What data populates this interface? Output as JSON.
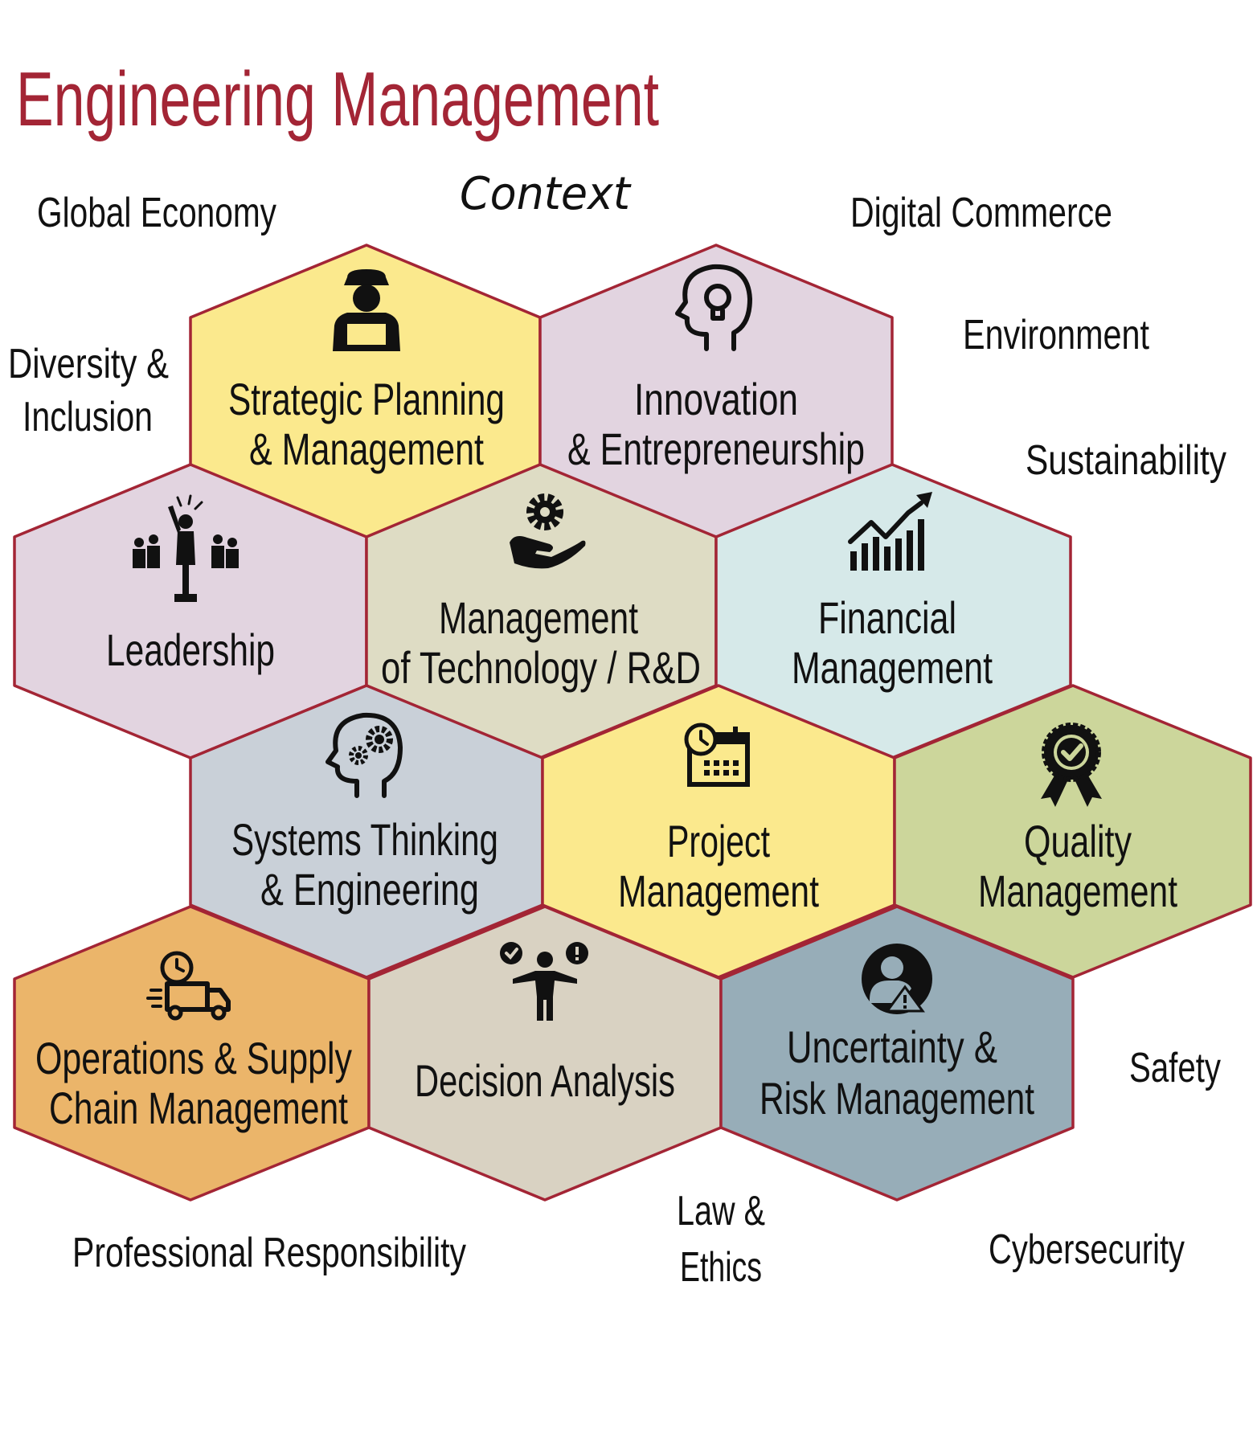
{
  "title": "Engineering Management",
  "context": {
    "heading": "Context",
    "global_economy": "Global Economy",
    "digital_commerce": "Digital Commerce",
    "environment": "Environment",
    "sustainability": "Sustainability",
    "diversity": [
      "Diversity &",
      "Inclusion"
    ],
    "safety": "Safety",
    "professional_responsibility": "Professional Responsibility",
    "law_ethics": [
      "Law &",
      "Ethics"
    ],
    "cybersecurity": "Cybersecurity"
  },
  "hexagons": {
    "strategic": {
      "lines": [
        "Strategic Planning",
        "& Management"
      ],
      "color": "#fbe98d",
      "icon": "worker-laptop-icon"
    },
    "innovation": {
      "lines": [
        "Innovation",
        "& Entrepreneurship"
      ],
      "color": "#e2d4e0",
      "icon": "head-lightbulb-icon"
    },
    "leadership": {
      "lines": [
        "Leadership"
      ],
      "color": "#e2d4e0",
      "icon": "leader-team-icon"
    },
    "technology": {
      "lines": [
        "Management",
        "of Technology / R&D"
      ],
      "color": "#dedcc4",
      "icon": "hand-gear-icon"
    },
    "financial": {
      "lines": [
        "Financial",
        "Management"
      ],
      "color": "#d6e9e9",
      "icon": "growth-chart-icon"
    },
    "systems": {
      "lines": [
        "Systems Thinking",
        "& Engineering"
      ],
      "color": "#c9d0d8",
      "icon": "head-gears-icon"
    },
    "project": {
      "lines": [
        "Project",
        "Management"
      ],
      "color": "#fbe98d",
      "icon": "calendar-clock-icon"
    },
    "quality": {
      "lines": [
        "Quality",
        "Management"
      ],
      "color": "#ccd69b",
      "icon": "award-badge-icon"
    },
    "operations": {
      "lines": [
        "Operations & Supply",
        "Chain Management"
      ],
      "color": "#ebb56a",
      "icon": "delivery-truck-icon"
    },
    "decision": {
      "lines": [
        "Decision Analysis"
      ],
      "color": "#d9d2c2",
      "icon": "decision-person-icon"
    },
    "risk": {
      "lines": [
        "Uncertainty &",
        "Risk Management"
      ],
      "color": "#97adb8",
      "icon": "risk-warning-icon"
    }
  },
  "colors": {
    "title": "#a32535",
    "hex_border": "#a32535"
  }
}
